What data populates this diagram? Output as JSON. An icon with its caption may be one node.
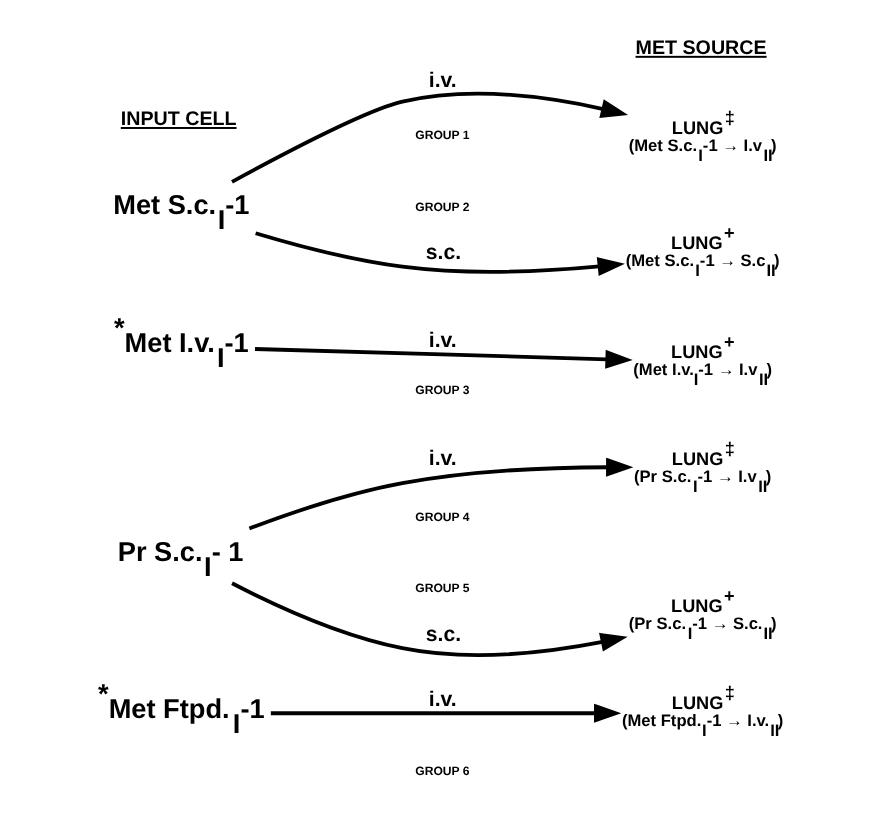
{
  "diagram": {
    "nodes": [
      {
        "text": [
          "Met S.c.$_{I}$-1"
        ]
      },
      {
        "text": [
          "LUNG$^{‡}$",
          "(Met S.c.$_{I}$-1 → I.v$_{II}$)"
        ]
      },
      {
        "text": [
          "LUNG$^{+}$",
          "(Met S.c.$_{I}$-1 → S.c$_{II}$)"
        ]
      },
      {
        "text": [
          "$^{*}$Met I.v.$_{I}$-1"
        ]
      },
      {
        "text": [
          "LUNG$^{+}$",
          "(Met I.v.$_{I}$-1 → I.v$_{II}$)"
        ]
      },
      {
        "text": [
          "Pr S.c.$_{I}$- 1"
        ]
      },
      {
        "text": [
          "LUNG$^{‡}$",
          "(Pr S.c.$_{I}$-1 → I.v$_{II}$)"
        ]
      },
      {
        "text": [
          "LUNG$^{+}$",
          "(Pr S.c.$_{I}$-1 → S.c.$_{II}$)"
        ]
      },
      {
        "text": [
          "$^{*}$Met Ftpd.$_{I}$-1"
        ]
      },
      {
        "text": [
          "LUNG$^{‡}$",
          "(Met Ftpd.$_{I}$-1 → I.v.$_{II}$)"
        ]
      }
    ],
    "edges": [
      {
        "from": 0,
        "to": 1,
        "arrow": "to",
        "label": "i.v."
      },
      {
        "from": 0,
        "to": 2,
        "arrow": "to",
        "label": "s.c."
      },
      {
        "from": 3,
        "to": 4,
        "arrow": "to",
        "label": "i.v."
      },
      {
        "from": 5,
        "to": 6,
        "arrow": "to",
        "label": "i.v."
      },
      {
        "from": 5,
        "to": 7,
        "arrow": "to",
        "label": "s.c."
      },
      {
        "from": 8,
        "to": 9,
        "arrow": "to",
        "label": "i.v."
      }
    ],
    "labels": [
      "INPUT CELL",
      "MET SOURCE",
      "GROUP 1",
      "GROUP 2",
      "GROUP 3",
      "GROUP 4",
      "GROUP 5",
      "GROUP 6"
    ]
  }
}
